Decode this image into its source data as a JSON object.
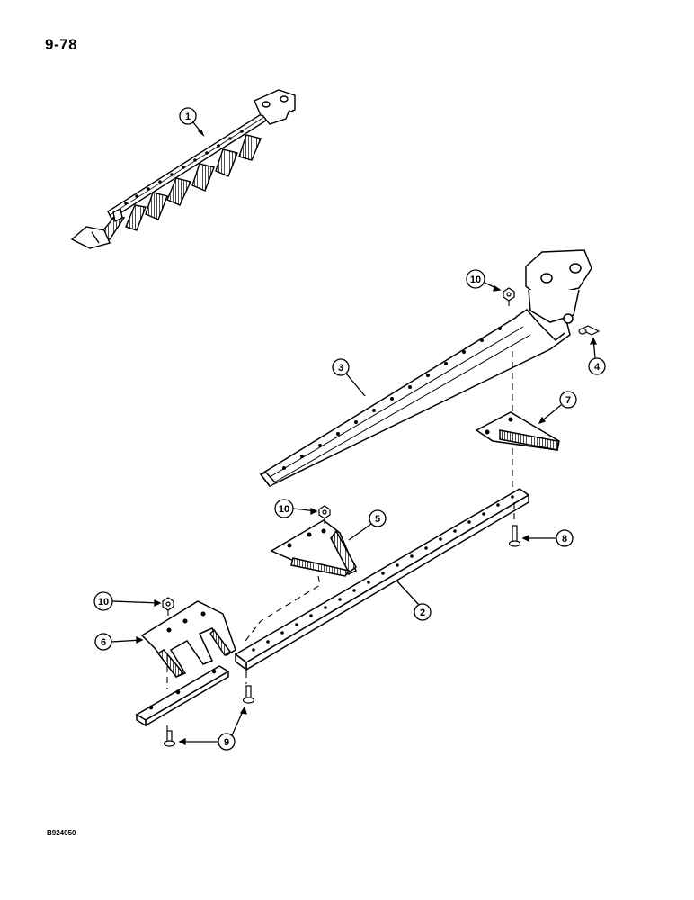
{
  "page_number": "9-78",
  "figure_code": "B924050",
  "callouts": [
    {
      "id": "1",
      "text": "1"
    },
    {
      "id": "2",
      "text": "2"
    },
    {
      "id": "3",
      "text": "3"
    },
    {
      "id": "4",
      "text": "4"
    },
    {
      "id": "5",
      "text": "5"
    },
    {
      "id": "6",
      "text": "6"
    },
    {
      "id": "7",
      "text": "7"
    },
    {
      "id": "8",
      "text": "8"
    },
    {
      "id": "9",
      "text": "9"
    },
    {
      "id": "10a",
      "text": "10"
    },
    {
      "id": "10b",
      "text": "10"
    },
    {
      "id": "10c",
      "text": "10"
    }
  ]
}
